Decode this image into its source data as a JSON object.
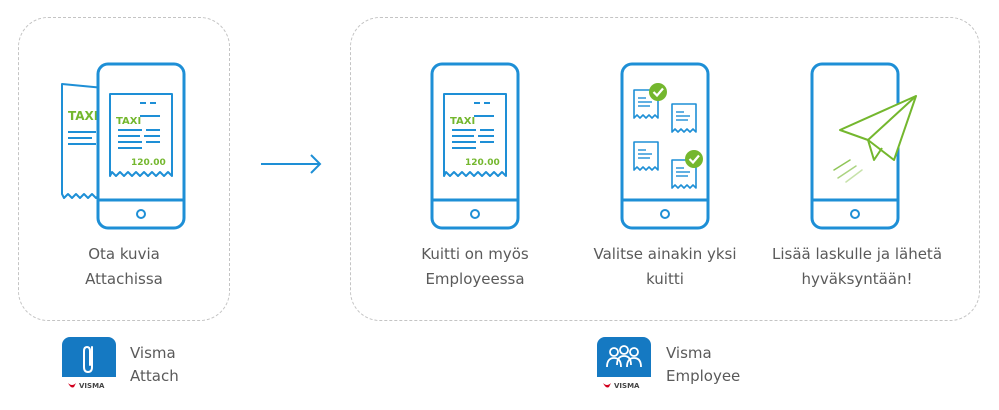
{
  "step1": {
    "caption_line1": "Ota kuvia",
    "caption_line2": "Attachissa"
  },
  "step2": {
    "caption_line1": "Kuitti on myös",
    "caption_line2": "Employeessa"
  },
  "step3": {
    "caption_line1": "Valitse ainakin yksi",
    "caption_line2": "kuitti"
  },
  "step4": {
    "caption_line1": "Lisää laskulle ja lähetä",
    "caption_line2": "hyväksyntään!"
  },
  "receipt": {
    "label": "TAXI",
    "amount": "120.00"
  },
  "apps": {
    "attach": {
      "name_line1": "Visma",
      "name_line2": "Attach",
      "brand": "VISMA",
      "icon": "paperclip-icon"
    },
    "employee": {
      "name_line1": "Visma",
      "name_line2": "Employee",
      "brand": "VISMA",
      "icon": "people-icon"
    }
  },
  "colors": {
    "phone_outline": "#1e8fd6",
    "receipt_green": "#74b72e",
    "dashed_border": "#c4c4c4",
    "app_blue": "#1579c2",
    "visma_red": "#d2001e"
  }
}
